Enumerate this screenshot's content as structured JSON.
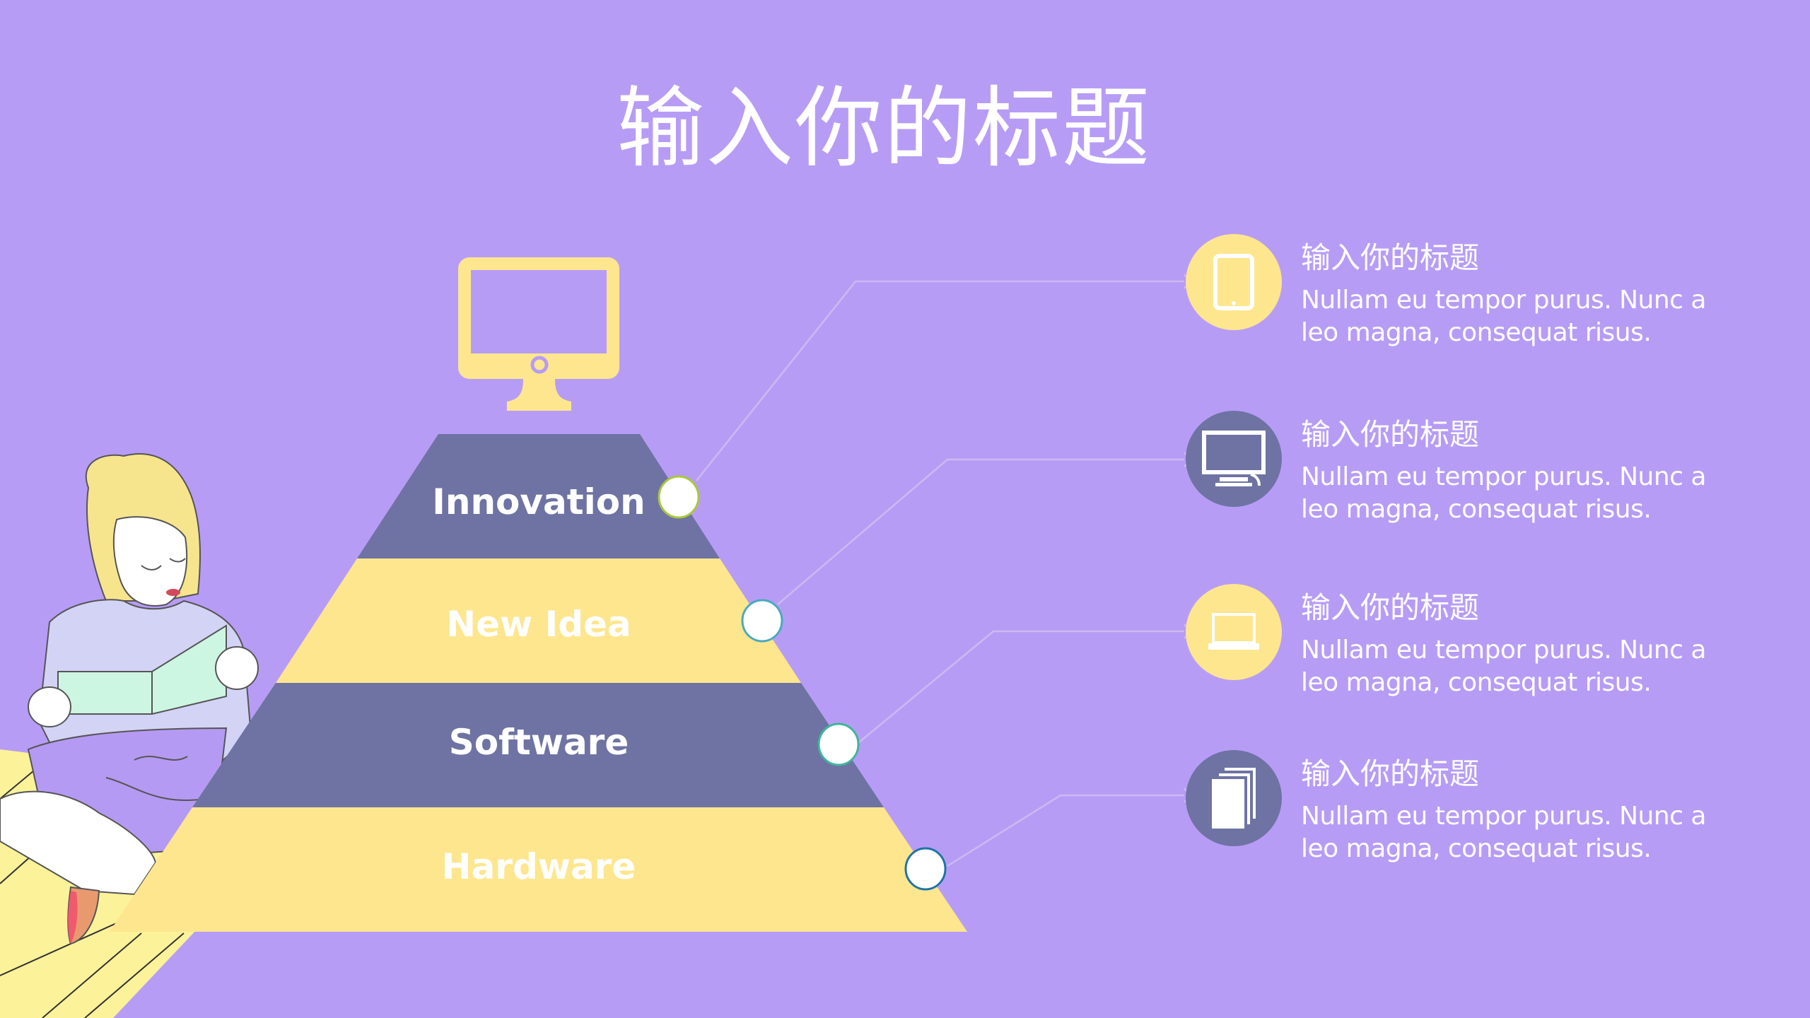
{
  "slide": {
    "title": "输入你的标题",
    "background_color": "#b79cf6"
  },
  "colors": {
    "tier_dark": "#6e73a3",
    "tier_yellow": "#fde68e",
    "connector_line": "#cdb9f0",
    "text": "#ffffff"
  },
  "pyramid": {
    "top_icon": "desktop-monitor-icon",
    "tiers": [
      {
        "label": "Innovation",
        "color": "#6e73a3",
        "node_border": "#a8c83a"
      },
      {
        "label": "New Idea",
        "color": "#fde68e",
        "node_border": "#4aaabd"
      },
      {
        "label": "Software",
        "color": "#6e73a3",
        "node_border": "#3fb59a"
      },
      {
        "label": "Hardware",
        "color": "#fde68e",
        "node_border": "#1f74a6"
      }
    ]
  },
  "items": [
    {
      "icon": "tablet-icon",
      "circle_color": "#fde68e",
      "heading": "输入你的标题",
      "body_line1": "Nullam eu tempor purus. Nunc a",
      "body_line2": "leo magna, consequat risus."
    },
    {
      "icon": "monitor-icon",
      "circle_color": "#6e73a3",
      "heading": "输入你的标题",
      "body_line1": "Nullam eu tempor purus. Nunc a",
      "body_line2": "leo magna, consequat risus."
    },
    {
      "icon": "laptop-icon",
      "circle_color": "#fde68e",
      "heading": "输入你的标题",
      "body_line1": "Nullam eu tempor purus. Nunc a",
      "body_line2": "leo magna, consequat risus."
    },
    {
      "icon": "documents-icon",
      "circle_color": "#6e73a3",
      "heading": "输入你的标题",
      "body_line1": "Nullam eu tempor purus. Nunc a",
      "body_line2": "leo magna, consequat risus."
    }
  ]
}
